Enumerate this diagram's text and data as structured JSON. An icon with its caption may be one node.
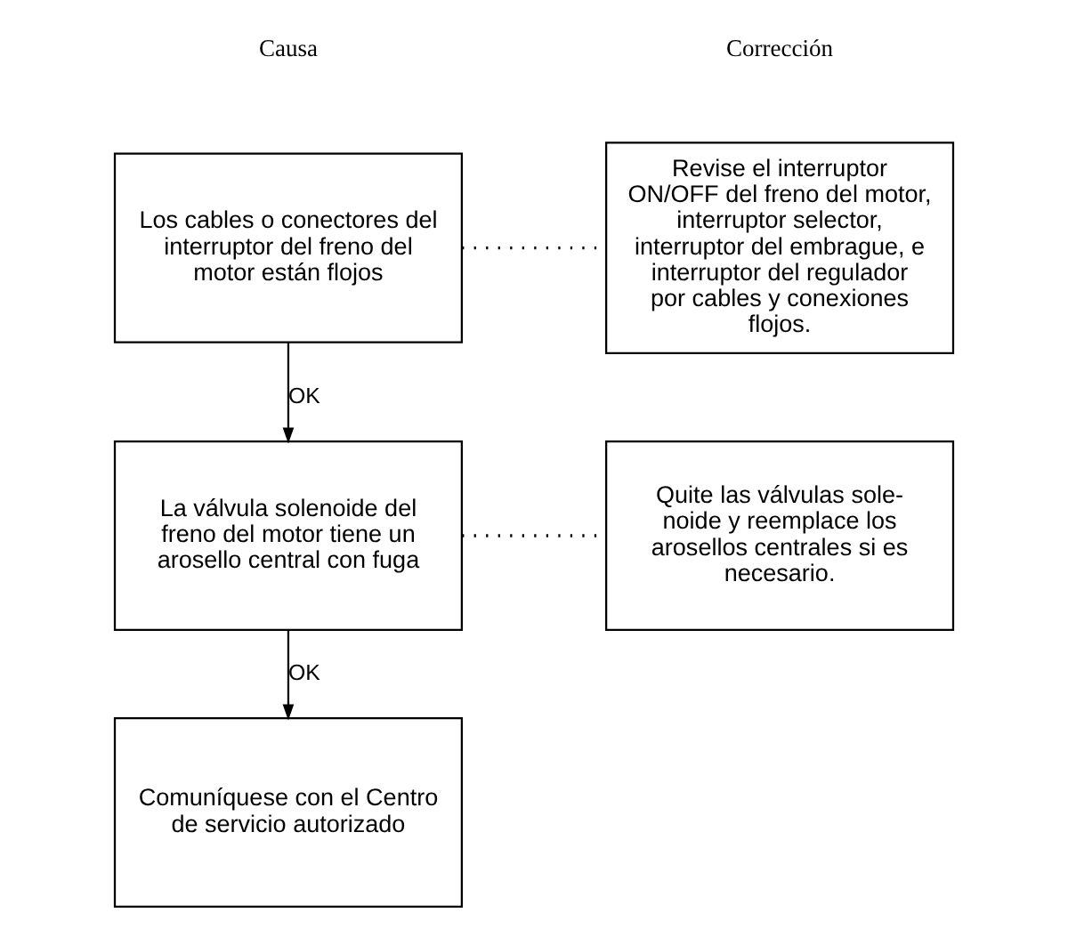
{
  "diagram": {
    "nodes": [
      {
        "text": [
          "Los cables o conectores del interruptor del freno del motor están flojos"
        ]
      },
      {
        "text": [
          "Revise el interruptor ON/OFF del freno del motor, interruptor selector, interruptor del embrague, e interruptor del regulador por cables y conexiones flojos."
        ]
      },
      {
        "text": [
          "La válvula solenoide del freno del motor tiene un arosello central con fuga"
        ]
      },
      {
        "text": [
          "Quite las válvulas sole-noide y reemplace los arosellos centrales si es necesario."
        ]
      },
      {
        "text": [
          "Comuníquese con el Centro de servicio autorizado"
        ]
      }
    ],
    "edges": [
      {
        "from": 0,
        "to": 1,
        "arrow": "none",
        "style": "dashed"
      },
      {
        "from": 0,
        "to": 2,
        "arrow": "to",
        "label": "OK"
      },
      {
        "from": 2,
        "to": 3,
        "arrow": "none",
        "style": "dashed"
      },
      {
        "from": 2,
        "to": 4,
        "arrow": "to",
        "label": "OK"
      }
    ],
    "labels": [
      "Causa",
      "Corrección"
    ]
  }
}
